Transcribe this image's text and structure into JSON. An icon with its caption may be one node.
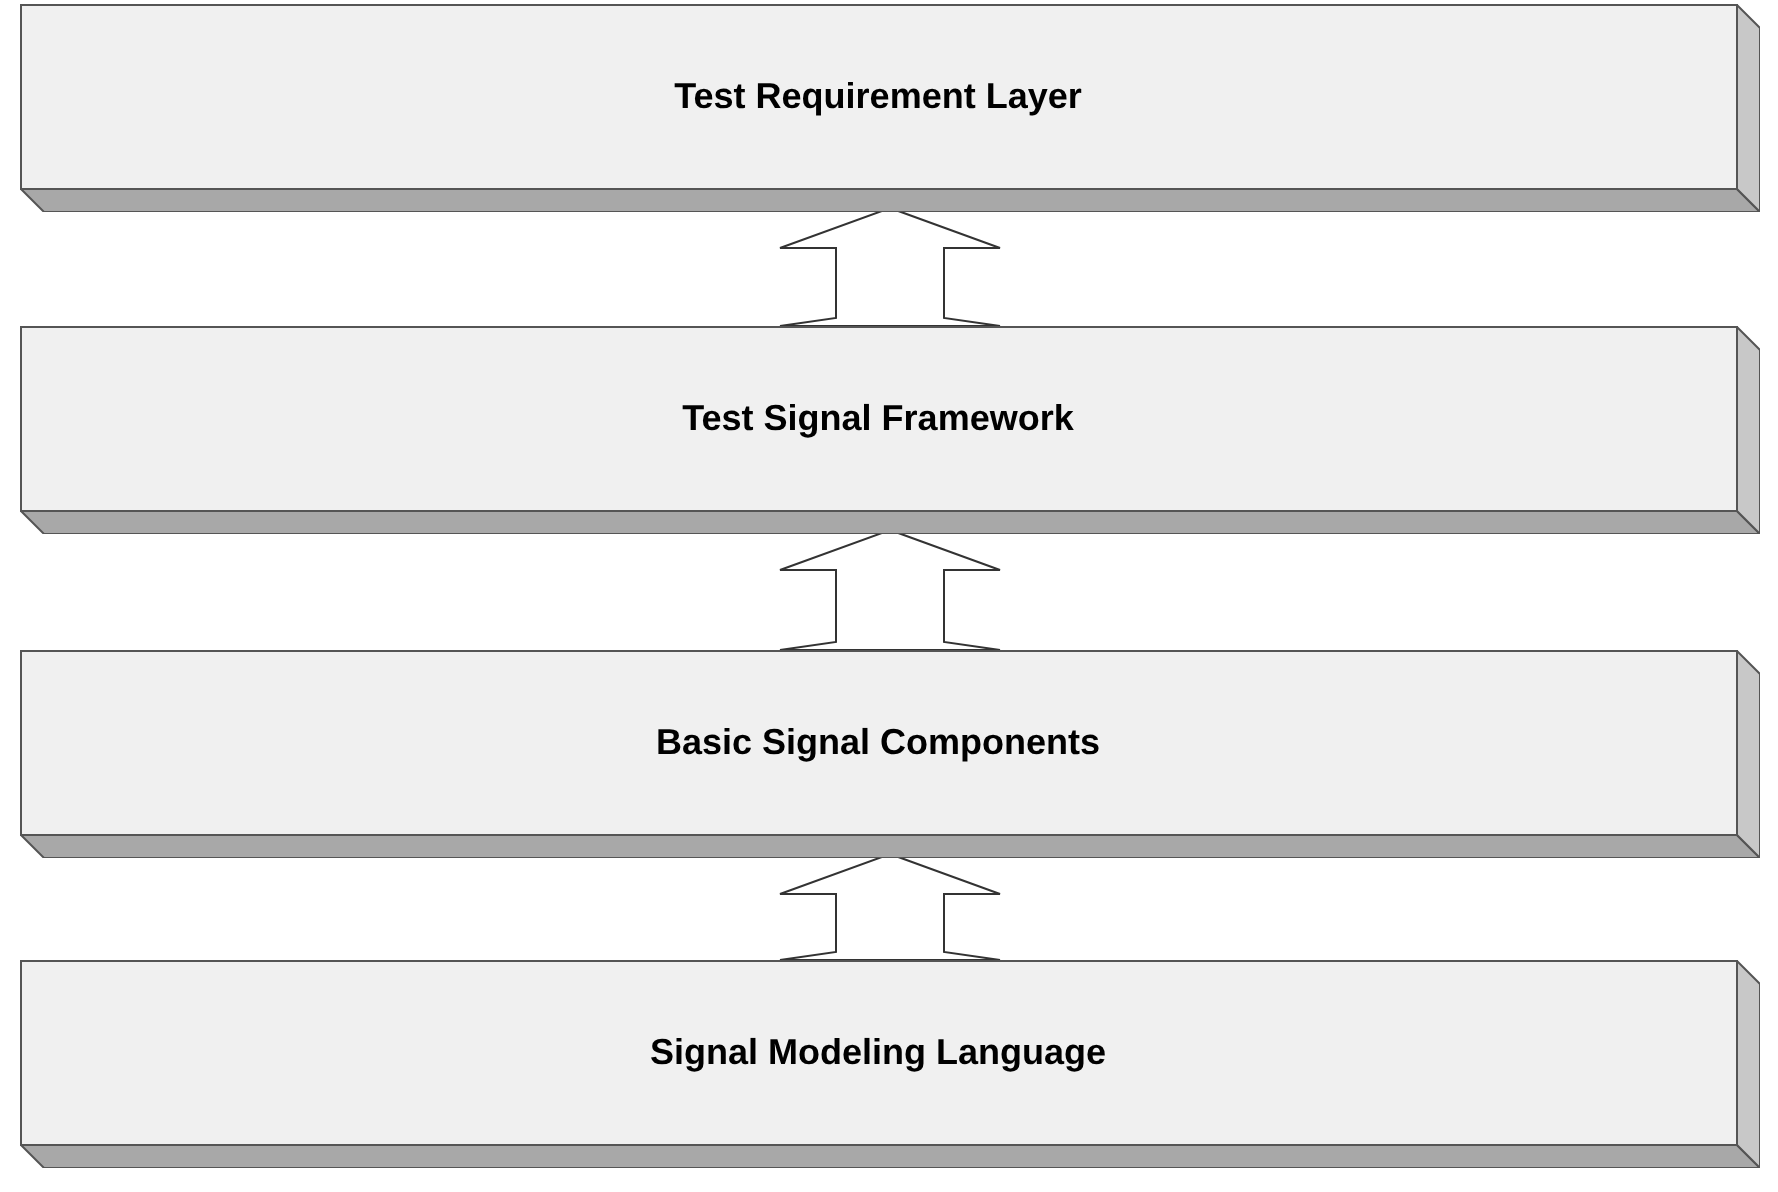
{
  "diagram": {
    "nodes": [
      {
        "text": [
          "Test Requirement Layer"
        ]
      },
      {
        "text": [
          "Test Signal Framework"
        ]
      },
      {
        "text": [
          "Basic Signal Components"
        ]
      },
      {
        "text": [
          "Signal Modeling Language"
        ]
      }
    ],
    "edges": [
      {
        "from": 1,
        "to": 0,
        "arrow": "to"
      },
      {
        "from": 2,
        "to": 1,
        "arrow": "to"
      },
      {
        "from": 3,
        "to": 2,
        "arrow": "to"
      }
    ]
  }
}
